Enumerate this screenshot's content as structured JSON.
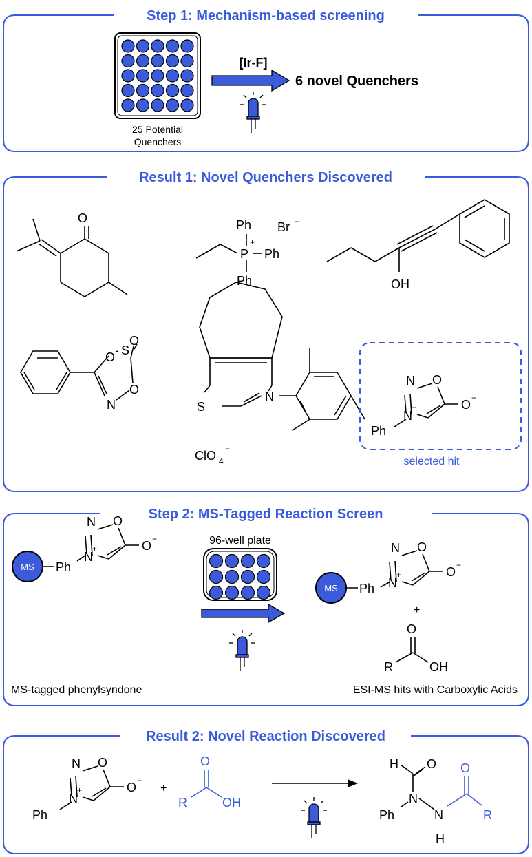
{
  "colors": {
    "accent": "#3b5bdb",
    "well": "#3b5bdb",
    "text": "#000000"
  },
  "icons": [
    "led-light-icon",
    "arrow-icon",
    "well-plate-icon",
    "ms-tag-icon"
  ],
  "step1": {
    "title": "Step 1: Mechanism-based screening",
    "plate_caption_line1": "25 Potential",
    "plate_caption_line2": "Quenchers",
    "catalyst": "[Ir-F]",
    "result": "6 novel Quenchers"
  },
  "result1": {
    "title": "Result 1: Novel Quenchers Discovered",
    "labels": {
      "o": "O",
      "ph": "Ph",
      "p": "P",
      "plus": "+",
      "br": "Br",
      "minus": "−",
      "oh": "OH",
      "s": "S",
      "n": "N",
      "cl": "ClO",
      "sub4": "4"
    },
    "selected_label": "selected hit"
  },
  "step2": {
    "title": "Step 2: MS-Tagged Reaction Screen",
    "plate_label": "96-well plate",
    "ms": "MS",
    "plus_sign": "+",
    "r": "R",
    "left_caption": "MS-tagged phenylsyndone",
    "right_caption": "ESI-MS hits with Carboxylic Acids"
  },
  "result2": {
    "title": "Result 2: Novel Reaction Discovered",
    "plus_sign": "+",
    "h": "H",
    "nh": "N",
    "r": "R"
  }
}
